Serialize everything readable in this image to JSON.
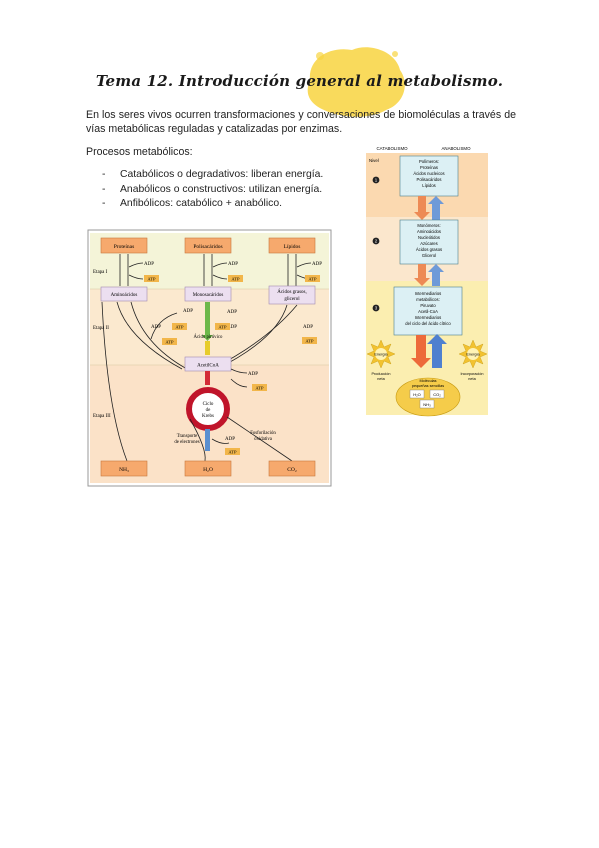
{
  "title": "Tema 12. Introducción general al metabolismo.",
  "intro": "En los seres vivos ocurren transformaciones y conversaciones de biomoléculas a través de vías metabólicas reguladas y catalizadas por enzimas.",
  "procesos_label": "Procesos metabólicos:",
  "procesos": [
    "Catabólicos o degradativos: liberan energía.",
    "Anabólicos o constructivos: utilizan energía.",
    "Anfibólicos: catabólico + anabólico."
  ],
  "colors": {
    "highlight": "#f7d23b",
    "orange_box": "#f6a96d",
    "atp_box": "#f2b64a",
    "krebs": "#c0142a"
  },
  "diagram_left": {
    "top_boxes": [
      "Proteínas",
      "Polisacáridos",
      "Lípidos"
    ],
    "mid_boxes": [
      "Aminoácidos",
      "Monosacáridos",
      "Ácidos grasos,",
      "glicerol"
    ],
    "stages": [
      "Etapa I",
      "Etapa II",
      "Etapa III"
    ],
    "adp": "ADP",
    "atp": "ATP",
    "piruvico": "Ácido pirúvico",
    "acetil": "AcetilCoA",
    "krebs": [
      "Ciclo",
      "de",
      "Krebs"
    ],
    "transporte": [
      "Transporte",
      "de electrones"
    ],
    "fosforilacion": [
      "Fosforilación",
      "oxidativa"
    ],
    "bottom_boxes": [
      "NH₃",
      "H₂O",
      "CO₂"
    ]
  },
  "diagram_right": {
    "headers": [
      "CATABOLISMO",
      "ANABOLISMO"
    ],
    "nivel": "Nivel",
    "levels": [
      "1",
      "2",
      "3"
    ],
    "box1": [
      "Polímeros:",
      "Proteínas",
      "Ácidos nucleicos",
      "Polisacáridos",
      "Lípidos"
    ],
    "box2": [
      "Monómeros:",
      "Aminoácidos",
      "Nucleótidos",
      "Azúcares",
      "Ácidos grasos",
      "Glicerol"
    ],
    "box3": [
      "Intermediarios",
      "metabólicos:",
      "Piruvato",
      "Acetil-CoA",
      "Intermediarios",
      "del ciclo del ácido cítrico"
    ],
    "energia": "Energía",
    "produccion": [
      "Producción",
      "neta"
    ],
    "incorporacion": [
      "Incorporación",
      "neta"
    ],
    "moleculas": [
      "Moléculas",
      "pequeñas sencillas"
    ],
    "small": [
      "H₂O",
      "CO₂",
      "NH₃"
    ]
  }
}
